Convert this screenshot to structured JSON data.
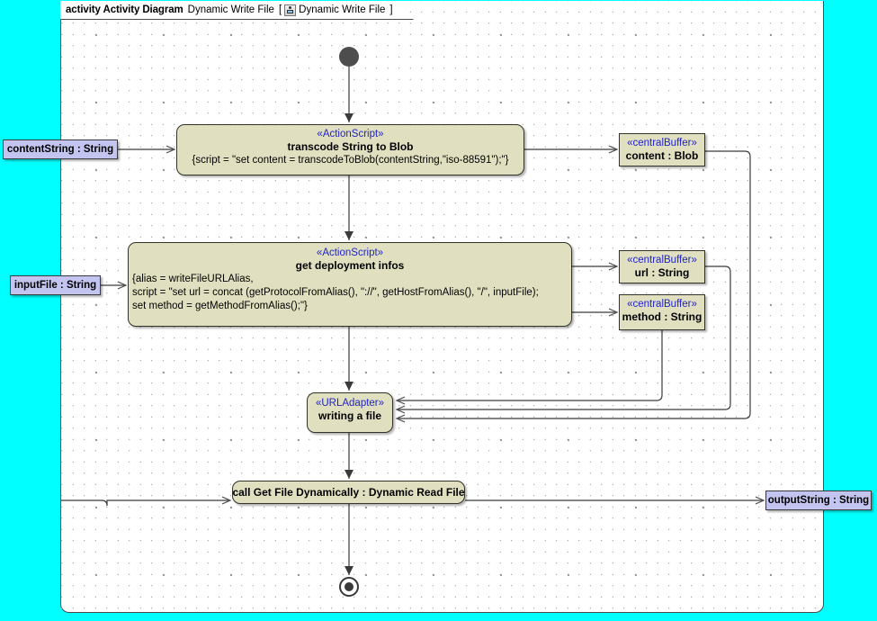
{
  "frame": {
    "keyword": "activity Activity Diagram",
    "name": "Dynamic Write File",
    "bracket_open": "[",
    "bracket_close": "]",
    "qualified_name": "Dynamic Write File",
    "icon": "activity-diagram-icon"
  },
  "canvas": {
    "background": "#FFFFFF",
    "outer_background": "#00FFFF",
    "grid": "dotted"
  },
  "colors": {
    "action_fill": "#E0E0C0",
    "action_border": "#33332B",
    "parameter_fill": "#C4C4F0",
    "stereotype_text": "#2222CC",
    "edge": "#3A3A3A",
    "initial_node": "#4D4D4D"
  },
  "nodes": {
    "initial": {
      "name": "initial-node",
      "label": ""
    },
    "final": {
      "name": "activity-final-node",
      "label": ""
    },
    "transcode": {
      "stereotype": "«ActionScript»",
      "title": "transcode String to Blob",
      "script": "{script = \"set content = transcodeToBlob(contentString,\"iso-88591\");\"}"
    },
    "deployment": {
      "stereotype": "«ActionScript»",
      "title": "get deployment infos",
      "script_line1": "{alias = writeFileURLAlias,",
      "script_line2": "script = \"set url = concat (getProtocolFromAlias(), \"://\", getHostFromAlias(), \"/\", inputFile);",
      "script_line3": "set method = getMethodFromAlias();\"}"
    },
    "urladapter": {
      "stereotype": "«URLAdapter»",
      "title": "writing a file"
    },
    "call": {
      "title": "call Get File Dynamically : Dynamic Read File"
    }
  },
  "buffers": [
    {
      "stereotype": "«centralBuffer»",
      "label": "content : Blob"
    },
    {
      "stereotype": "«centralBuffer»",
      "label": "url : String"
    },
    {
      "stereotype": "«centralBuffer»",
      "label": "method : String"
    }
  ],
  "parameters": [
    {
      "label": "contentString : String",
      "kind": "input"
    },
    {
      "label": "inputFile : String",
      "kind": "input"
    },
    {
      "label": "outputString : String",
      "kind": "output"
    }
  ]
}
